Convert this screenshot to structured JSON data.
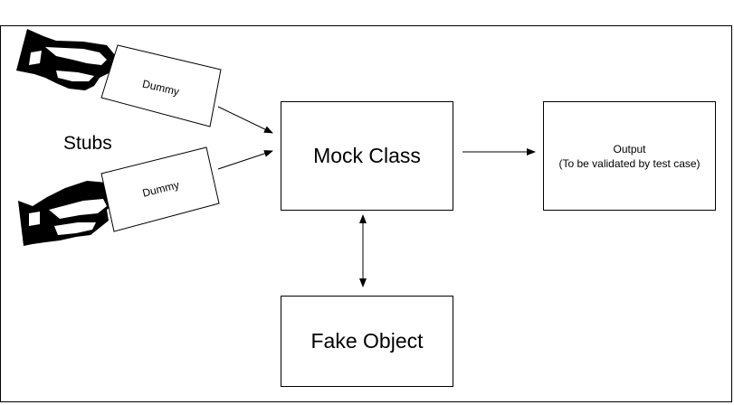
{
  "diagram": {
    "stubs_label": "Stubs",
    "cards": [
      {
        "label": "Dummy"
      },
      {
        "label": "Dummy"
      }
    ],
    "nodes": {
      "mock_class": "Mock Class",
      "fake_object": "Fake Object",
      "output_title": "Output",
      "output_note": "(To be validated by test case)"
    },
    "colors": {
      "stroke": "#000000",
      "background": "#ffffff"
    }
  }
}
